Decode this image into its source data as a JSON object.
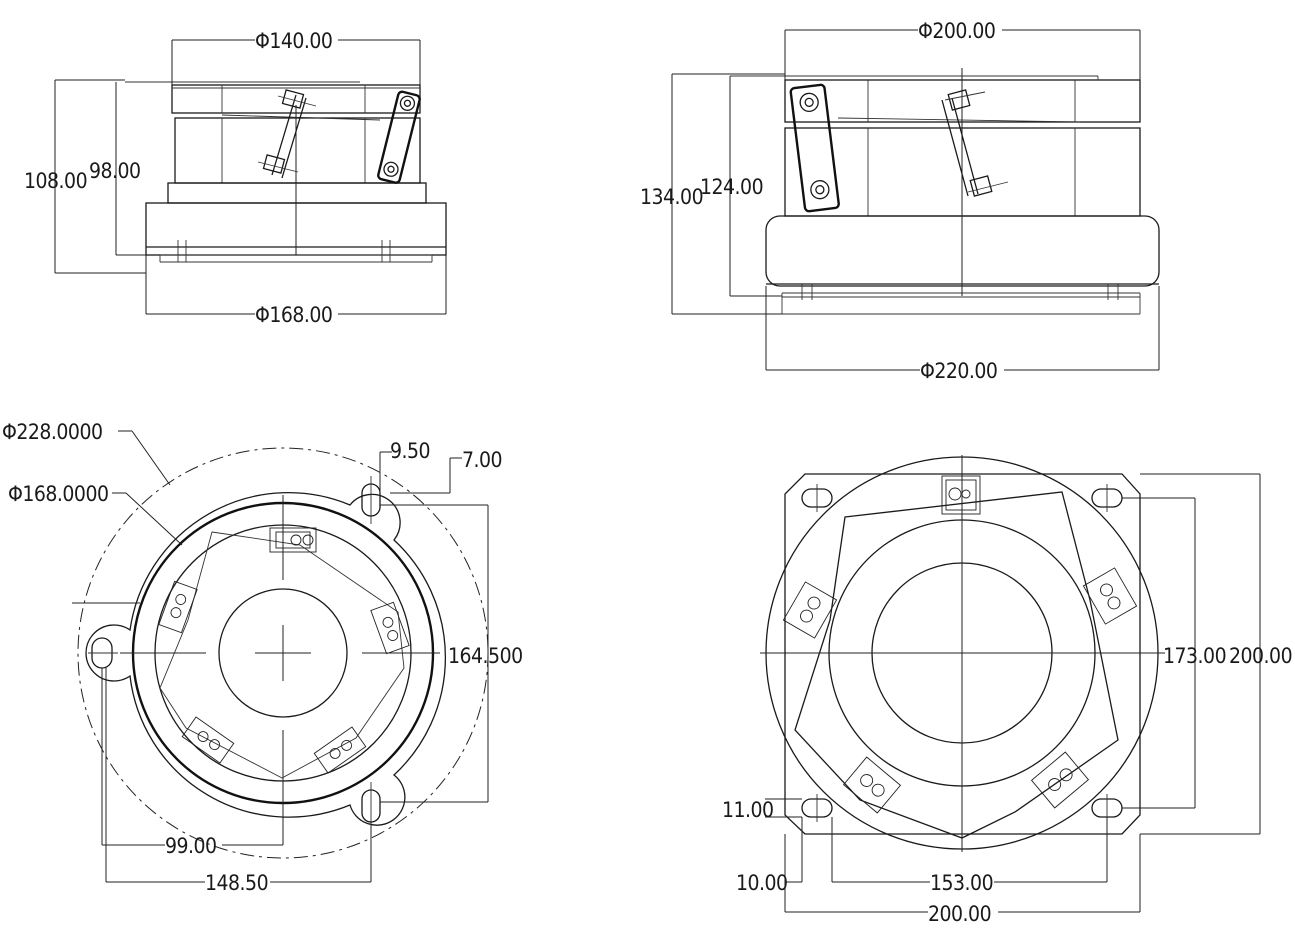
{
  "views": {
    "front_small": {
      "dia_top": "Φ140.00",
      "height_outer": "108.00",
      "height_inner": "98.00",
      "dia_bottom": "Φ168.00"
    },
    "front_large": {
      "dia_top": "Φ200.00",
      "height_outer": "134.00",
      "height_inner": "124.00",
      "dia_bottom": "Φ220.00"
    },
    "plan_small": {
      "dia_outer": "Φ228.0000",
      "dia_inner": "Φ168.0000",
      "slot_width": "9.50",
      "slot_length": "7.00",
      "span_vertical": "164.500",
      "offset_horizontal": "99.00",
      "span_horizontal": "148.50"
    },
    "plan_large": {
      "span_inner_v": "173.00",
      "span_outer_v": "200.00",
      "slot_height": "11.00",
      "slot_width": "10.00",
      "span_inner_h": "153.00",
      "span_outer_h": "200.00"
    }
  }
}
